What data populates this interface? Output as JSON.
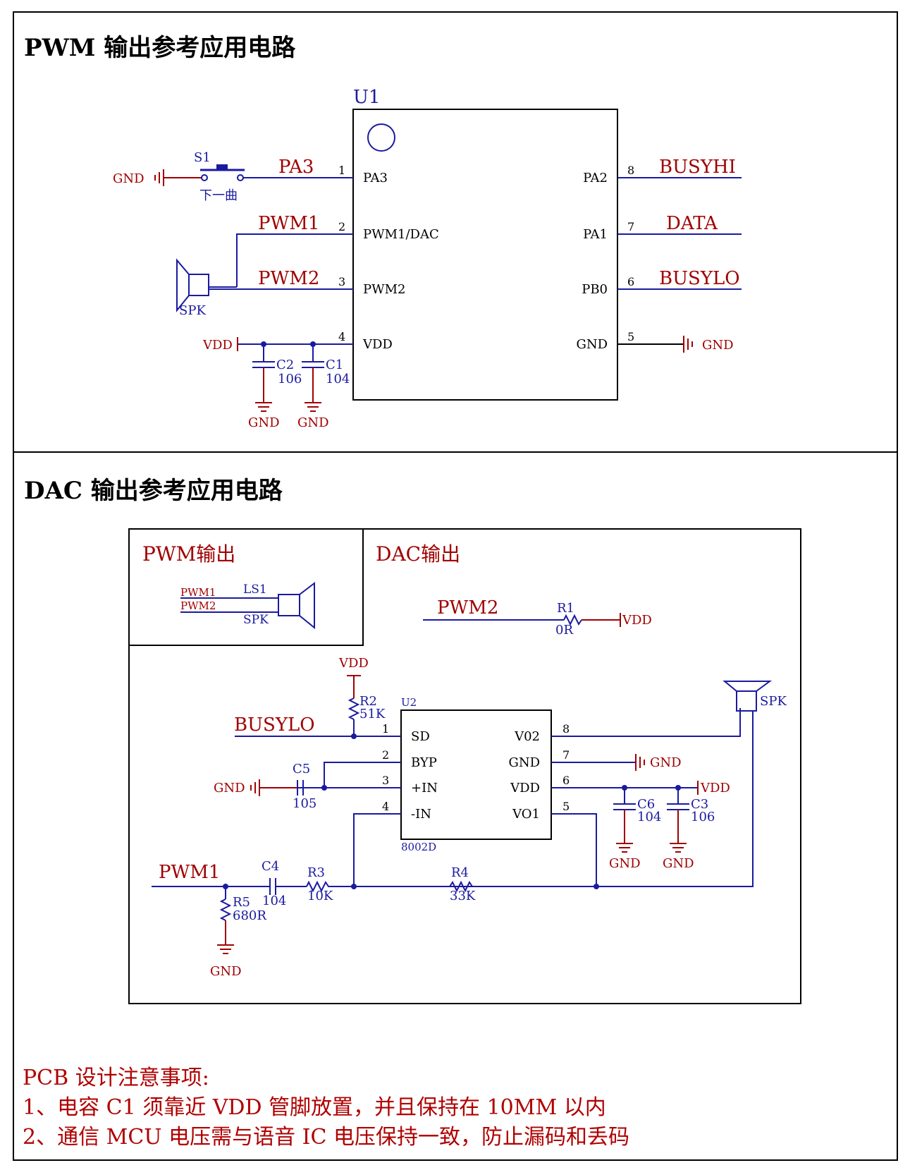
{
  "pwm_section": {
    "title": "PWM 输出参考应用电路",
    "chip_ref": "U1",
    "pins_left": [
      {
        "num": "1",
        "name": "PA3",
        "net": "PA3"
      },
      {
        "num": "2",
        "name": "PWM1/DAC",
        "net": "PWM1"
      },
      {
        "num": "3",
        "name": "PWM2",
        "net": "PWM2"
      },
      {
        "num": "4",
        "name": "VDD",
        "net": ""
      }
    ],
    "pins_right": [
      {
        "num": "8",
        "name": "PA2",
        "net": "BUSYHI"
      },
      {
        "num": "7",
        "name": "PA1",
        "net": "DATA"
      },
      {
        "num": "6",
        "name": "PB0",
        "net": "BUSYLO"
      },
      {
        "num": "5",
        "name": "GND",
        "net": ""
      }
    ],
    "switch_ref": "S1",
    "switch_label": "下一曲",
    "gnd": "GND",
    "vdd": "VDD",
    "speaker": "SPK",
    "c2_ref": "C2",
    "c2_val": "106",
    "c1_ref": "C1",
    "c1_val": "104"
  },
  "dac_section": {
    "title": "DAC 输出参考应用电路",
    "pwm_box_title": "PWM输出",
    "dac_box_title": "DAC输出",
    "ls_pwm1": "PWM1",
    "ls_pwm2": "PWM2",
    "ls_ref": "LS1",
    "ls_name": "SPK",
    "r1_net": "PWM2",
    "r1_ref": "R1",
    "r1_val": "0R",
    "vdd": "VDD",
    "gnd": "GND",
    "r2_ref": "R2",
    "r2_val": "51K",
    "u2_ref": "U2",
    "u2_part": "8002D",
    "u2_left": [
      {
        "num": "1",
        "name": "SD"
      },
      {
        "num": "2",
        "name": "BYP"
      },
      {
        "num": "3",
        "name": "+IN"
      },
      {
        "num": "4",
        "name": "-IN"
      }
    ],
    "u2_right": [
      {
        "num": "8",
        "name": "V02"
      },
      {
        "num": "7",
        "name": "GND"
      },
      {
        "num": "6",
        "name": "VDD"
      },
      {
        "num": "5",
        "name": "VO1"
      }
    ],
    "busylo": "BUSYLO",
    "c5_ref": "C5",
    "c5_val": "105",
    "spk": "SPK",
    "c6_ref": "C6",
    "c6_val": "104",
    "c3_ref": "C3",
    "c3_val": "106",
    "pwm1": "PWM1",
    "c4_ref": "C4",
    "c4_val": "104",
    "r3_ref": "R3",
    "r3_val": "10K",
    "r4_ref": "R4",
    "r4_val": "33K",
    "r5_ref": "R5",
    "r5_val": "680R"
  },
  "notes": {
    "heading": "PCB  设计注意事项:",
    "item1": "1、电容 C1 须靠近 VDD 管脚放置，并且保持在 10MM 以内",
    "item2": "2、通信 MCU 电压需与语音 IC 电压保持一致，防止漏码和丢码"
  },
  "colors": {
    "wire": "#1a1aa0",
    "net": "#a00000",
    "frame": "#000000"
  }
}
